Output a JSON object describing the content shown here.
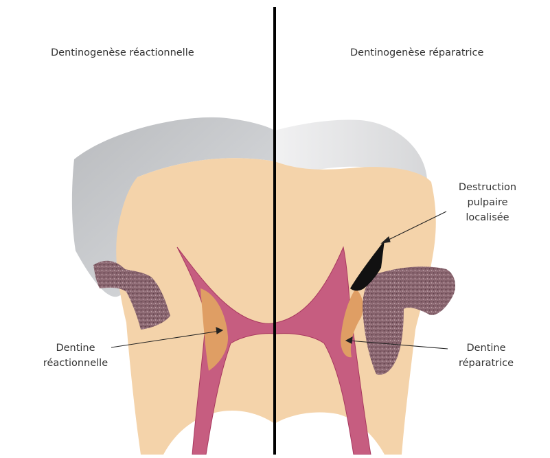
{
  "titles": {
    "left": "Dentinogenèse réactionnelle",
    "right": "Dentinogenèse réparatrice"
  },
  "labels": {
    "destruction": [
      "Destruction",
      "pulpaire",
      "localisée"
    ],
    "dentine_reactionnelle": [
      "Dentine",
      "réactionnelle"
    ],
    "dentine_reparatrice": [
      "Dentine",
      "réparatrice"
    ]
  },
  "colors": {
    "background": "#ffffff",
    "enamel": "#cfd1d4",
    "dentin": "#f4d3aa",
    "pulp": "#c65d80",
    "pulp_edge": "#a8385f",
    "tertiary_dentin": "#df9e64",
    "caries": "#8a6670",
    "necrosis": "#111111",
    "divider": "#000000",
    "text": "#333333"
  }
}
